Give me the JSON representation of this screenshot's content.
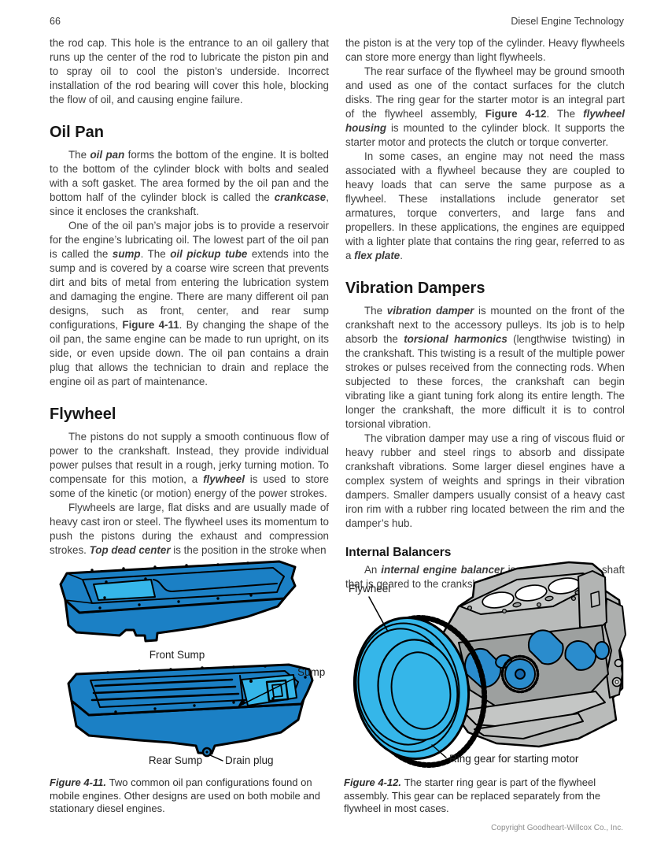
{
  "page": {
    "number": "66",
    "header_title": "Diesel Engine Technology",
    "copyright": "Copyright Goodheart-Willcox Co., Inc."
  },
  "colors": {
    "pan_blue": "#1b80c5",
    "sump_light_blue": "#35b6e9",
    "flywheel_blue": "#35b6e9",
    "crank_blue": "#2a8ccd",
    "engine_gray": "#b9bbba"
  },
  "left_column": {
    "para_continued": [
      {
        "t": "the rod cap. This hole is the entrance to an oil gallery that runs up the center of the rod to lubricate the piston pin and to spray oil to cool the piston’s underside. Incorrect installation of the rod bearing will cover this hole, blocking the flow of oil, and causing engine failure.",
        "s": "n"
      }
    ],
    "oil_pan": {
      "heading": "Oil Pan",
      "para1": [
        {
          "t": "The ",
          "s": "n"
        },
        {
          "t": "oil pan",
          "s": "bi"
        },
        {
          "t": " forms the bottom of the engine. It is bolted to the bottom of the cylinder block with bolts and sealed with a soft gasket. The area formed by the oil pan and the bottom half of the cylinder block is called the ",
          "s": "n"
        },
        {
          "t": "crankcase",
          "s": "bi"
        },
        {
          "t": ", since it encloses the crankshaft.",
          "s": "n"
        }
      ],
      "para2": [
        {
          "t": "One of the oil pan’s major jobs is to provide a reservoir for the engine’s lubricating oil. The lowest part of the oil pan is called the ",
          "s": "n"
        },
        {
          "t": "sump",
          "s": "bi"
        },
        {
          "t": ". The ",
          "s": "n"
        },
        {
          "t": "oil pickup tube",
          "s": "bi"
        },
        {
          "t": " extends into the sump and is covered by a coarse wire screen that prevents dirt and bits of metal from entering the lubrication system and damaging the engine. There are many different oil pan designs, such as front, center, and rear sump configurations, ",
          "s": "n"
        },
        {
          "t": "Figure 4-11",
          "s": "b"
        },
        {
          "t": ". By changing the shape of the oil pan, the same engine can be made to run upright, on its side, or even upside down. The oil pan contains a drain plug that allows the technician to drain and replace the engine oil as part of maintenance.",
          "s": "n"
        }
      ]
    },
    "flywheel": {
      "heading": "Flywheel",
      "para1": [
        {
          "t": "The pistons do not supply a smooth continuous flow of power to the crankshaft. Instead, they provide individual power pulses that result in a rough, jerky turning motion. To compensate for this motion, a ",
          "s": "n"
        },
        {
          "t": "flywheel",
          "s": "bi"
        },
        {
          "t": " is used to store some of the kinetic (or motion) energy of the power strokes.",
          "s": "n"
        }
      ],
      "para2": [
        {
          "t": "Flywheels are large, flat disks and are usually made of heavy cast iron or steel. The flywheel uses its momentum to push the pistons during the exhaust and compression strokes. ",
          "s": "n"
        },
        {
          "t": "Top dead center",
          "s": "bi"
        },
        {
          "t": " is the position in the stroke when",
          "s": "n"
        }
      ]
    }
  },
  "right_column": {
    "para_continued": [
      {
        "t": "the piston is at the very top of the cylinder. Heavy flywheels can store more energy than light flywheels.",
        "s": "n"
      }
    ],
    "para_flywheel2": [
      {
        "t": "The rear surface of the flywheel may be ground smooth and used as one of the contact surfaces for the clutch disks. The ring gear for the starter motor is an integral part of the flywheel assembly, ",
        "s": "n"
      },
      {
        "t": "Figure 4-12",
        "s": "b"
      },
      {
        "t": ". The ",
        "s": "n"
      },
      {
        "t": "flywheel housing",
        "s": "bi"
      },
      {
        "t": " is mounted to the cylinder block. It supports the starter motor and protects the clutch or torque converter.",
        "s": "n"
      }
    ],
    "para_flywheel3": [
      {
        "t": "In some cases, an engine may not need the mass associated with a flywheel because they are coupled to heavy loads that can serve the same purpose as a flywheel. These installations include generator set armatures, torque converters, and large fans and propellers. In these applications, the engines are equipped with a lighter plate that contains the ring gear, referred to as a ",
        "s": "n"
      },
      {
        "t": "flex plate",
        "s": "bi"
      },
      {
        "t": ".",
        "s": "n"
      }
    ],
    "vibration_dampers": {
      "heading": "Vibration Dampers",
      "para1": [
        {
          "t": "The ",
          "s": "n"
        },
        {
          "t": "vibration damper",
          "s": "bi"
        },
        {
          "t": " is mounted on the front of the crankshaft next to the accessory pulleys. Its job is to help absorb the ",
          "s": "n"
        },
        {
          "t": "torsional harmonics",
          "s": "bi"
        },
        {
          "t": " (lengthwise twisting) in the crankshaft. This twisting is a result of the multiple power strokes or pulses received from the connecting rods. When subjected to these forces, the crankshaft can begin vibrating like a giant tuning fork along its entire length. The longer the crankshaft, the more difficult it is to control torsional vibration.",
          "s": "n"
        }
      ],
      "para2": [
        {
          "t": "The vibration damper may use a ring of viscous fluid or heavy rubber and steel rings to absorb and dissipate crankshaft vibrations. Some larger diesel engines have a complex system of weights and springs in their vibration dampers. Smaller dampers usually consist of a heavy cast iron rim with a rubber ring located between the rim and the damper’s hub.",
          "s": "n"
        }
      ]
    },
    "internal_balancers": {
      "heading": "Internal Balancers",
      "para1": [
        {
          "t": "An ",
          "s": "n"
        },
        {
          "t": "internal engine balancer",
          "s": "bi"
        },
        {
          "t": " is actually an extra shaft that is geared to the crankshaft. It turns in the opposite",
          "s": "n"
        }
      ]
    }
  },
  "figure_4_11": {
    "labels": {
      "front_sump": "Front Sump",
      "sump": "Sump",
      "rear_sump": "Rear Sump",
      "drain_plug": "Drain plug"
    },
    "caption": [
      {
        "t": "Figure 4-11. ",
        "s": "bi"
      },
      {
        "t": "Two common oil pan configurations found on mobile engines. Other designs are used on both mobile and stationary diesel engines.",
        "s": "n"
      }
    ]
  },
  "figure_4_12": {
    "labels": {
      "flywheel": "Flywheel",
      "ring_gear": "Ring gear for starting motor"
    },
    "caption": [
      {
        "t": "Figure 4-12. ",
        "s": "bi"
      },
      {
        "t": "The starter ring gear is part of the flywheel assembly. This gear can be replaced separately from the flywheel in most cases.",
        "s": "n"
      }
    ]
  }
}
